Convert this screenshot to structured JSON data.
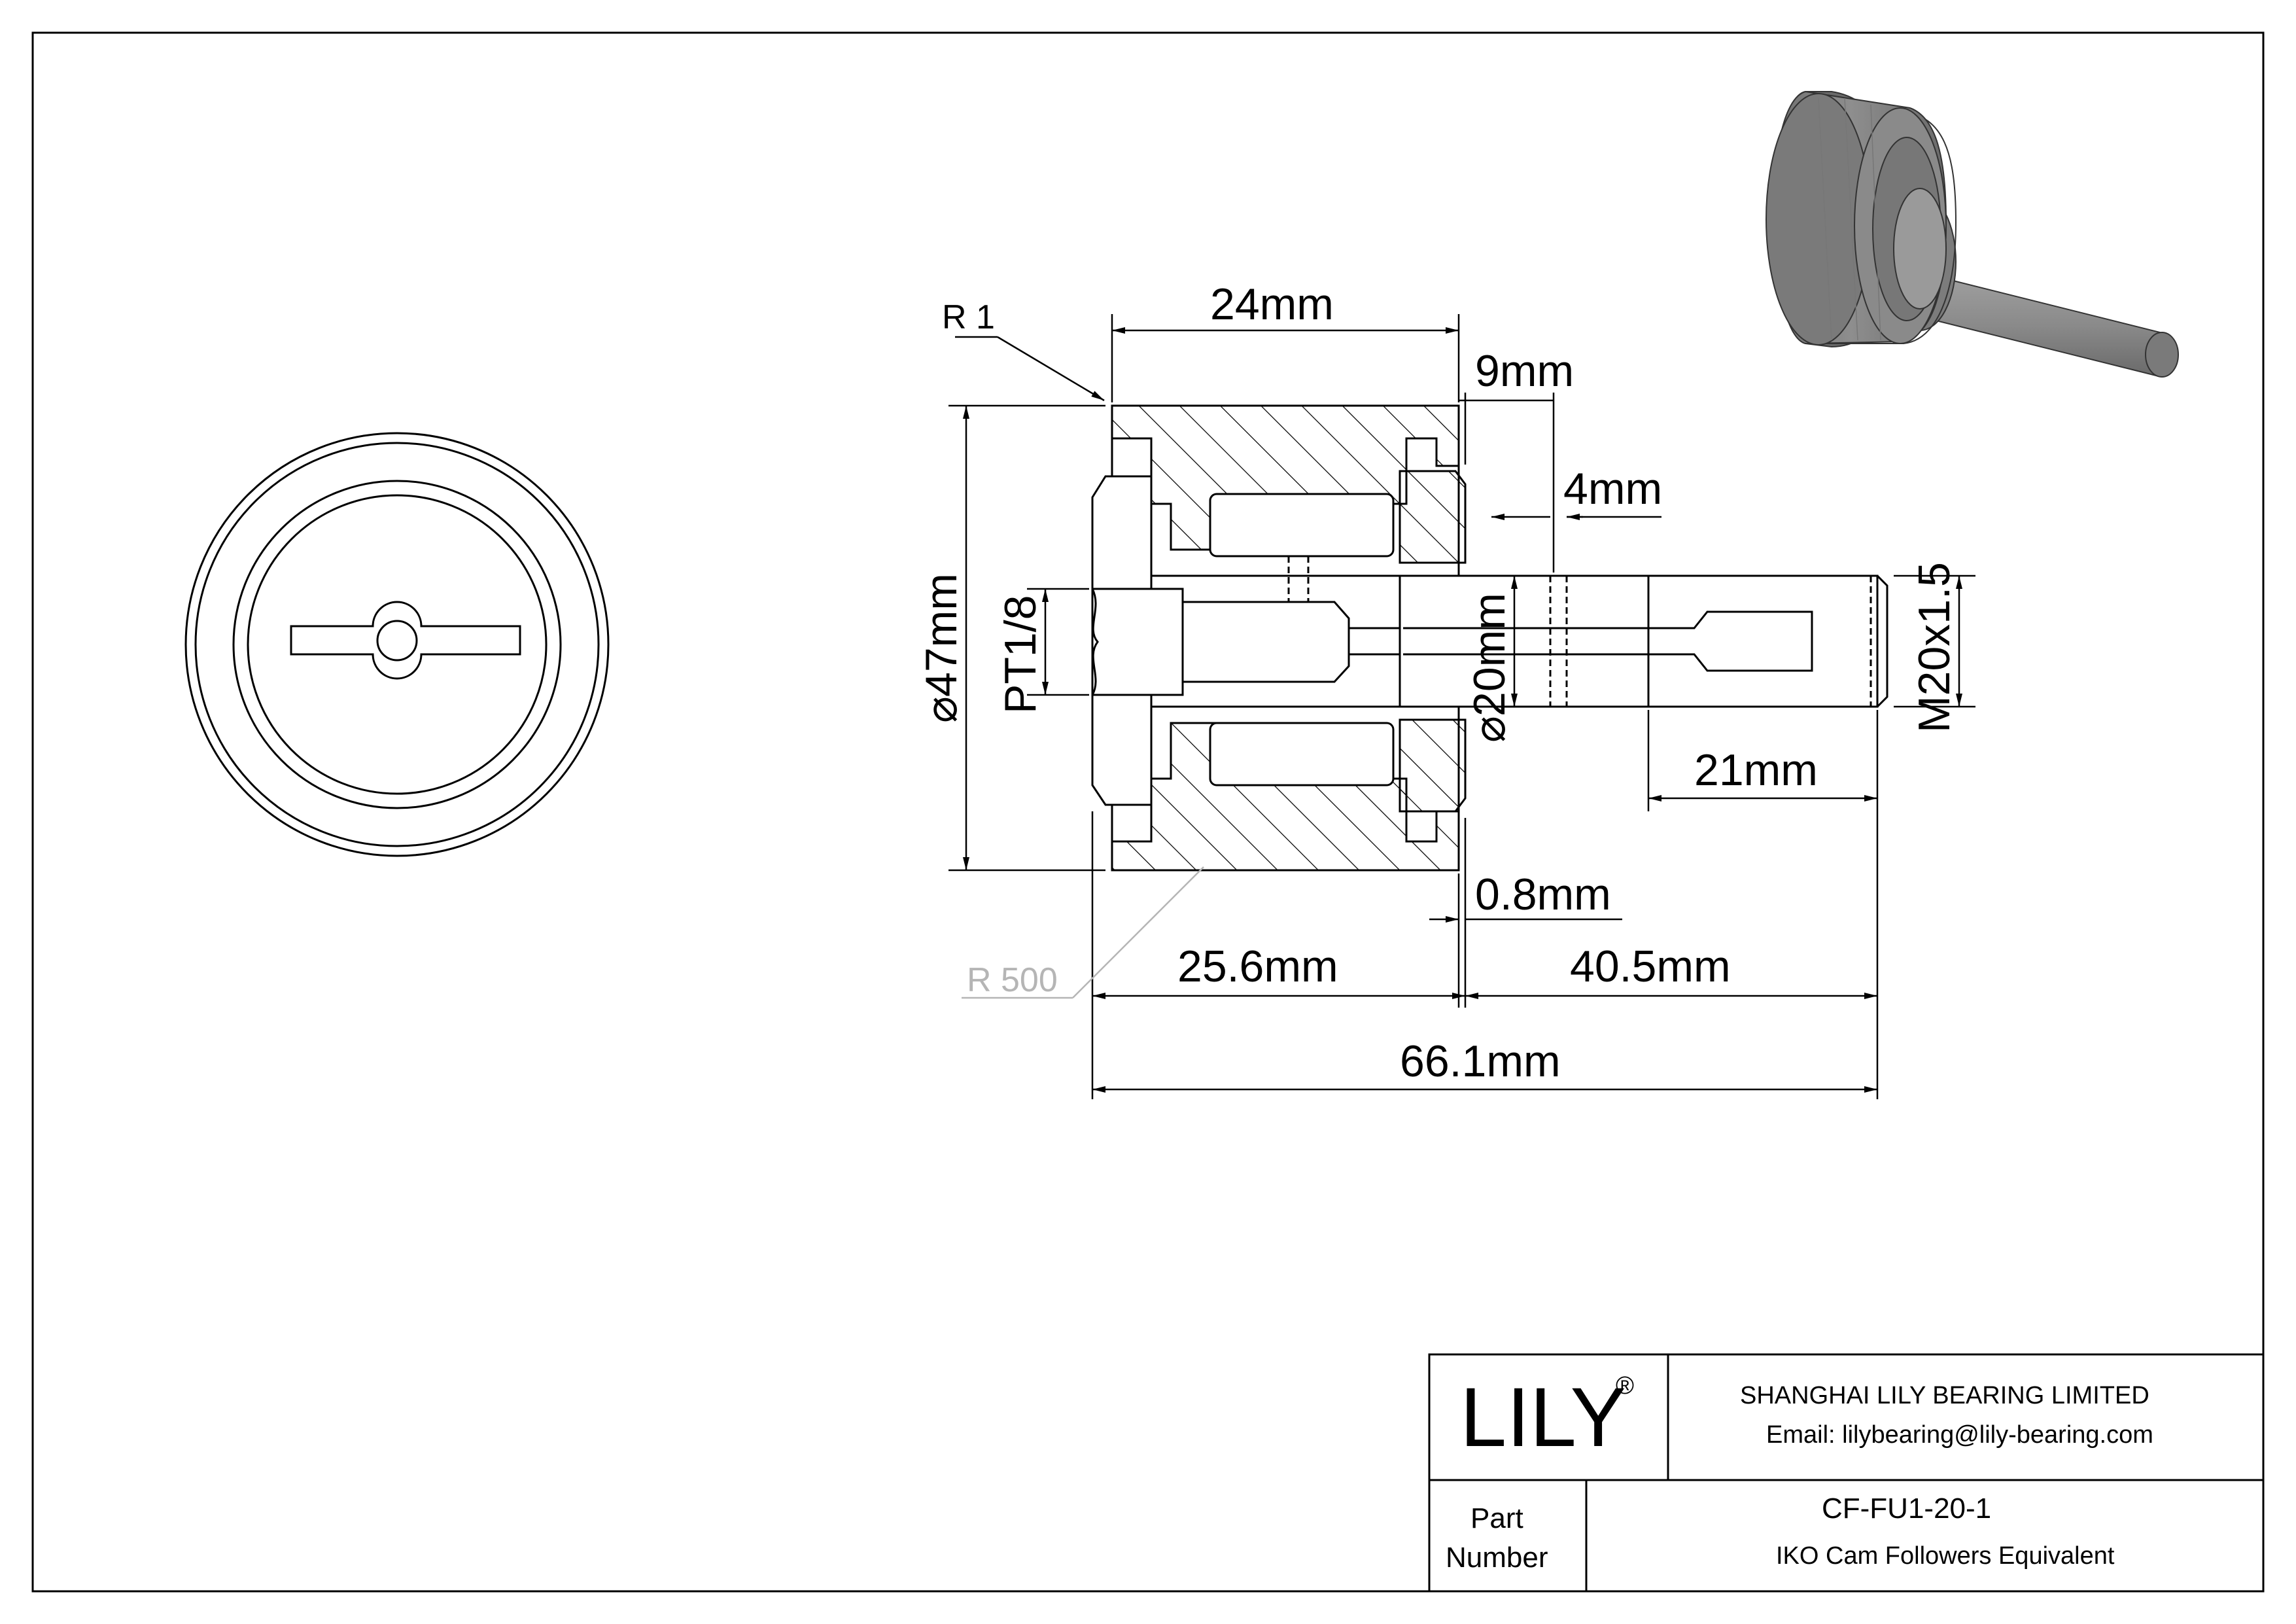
{
  "dimensions": {
    "width_top": "24mm",
    "radius_small": "R 1",
    "dia_outer": "47mm",
    "dia_symbol": "⌀",
    "grease_port": "PT1/8",
    "flange_width": "9mm",
    "stud_step": "4mm",
    "dia_stud": "20mm",
    "thread": "M20x1.5",
    "thread_length": "21mm",
    "gap": "0.8mm",
    "radius_crown": "R 500",
    "roller_length": "25.6mm",
    "stud_length": "40.5mm",
    "overall_length": "66.1mm"
  },
  "title_block": {
    "logo": "LILY",
    "registered_mark": "®",
    "company": "SHANGHAI LILY BEARING LIMITED",
    "email": "Email: lilybearing@lily-bearing.com",
    "part_label_line1": "Part",
    "part_label_line2": "Number",
    "part_number": "CF-FU1-20-1",
    "part_description": "IKO Cam Followers Equivalent"
  },
  "colors": {
    "line": "#000000",
    "hatch": "#000000",
    "render_body": "#8c8c8c",
    "render_dark": "#5e5e5e",
    "render_light": "#a8a8a8",
    "annotation_grey": "#b5b5b5"
  }
}
